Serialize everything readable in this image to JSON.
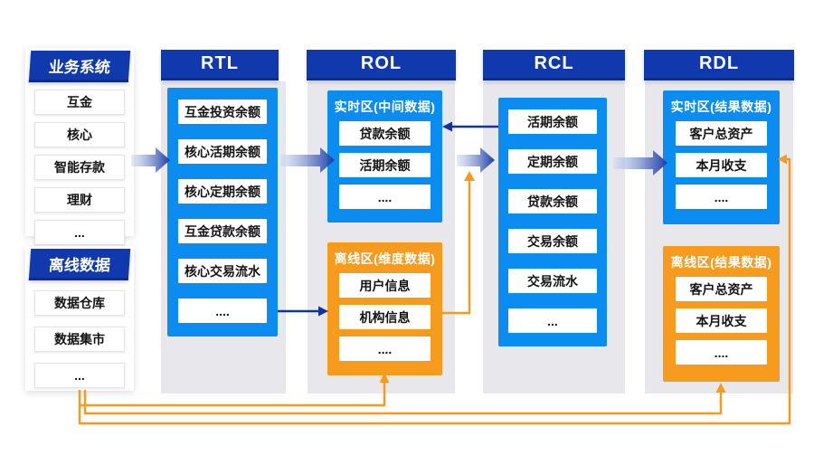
{
  "palette": {
    "header_blue": "#1139ae",
    "bright_blue": "#0a8cf0",
    "orange": "#f79b1e",
    "navy_arrow": "#15339e",
    "column_gray": "#e8e8ec"
  },
  "source_panels": {
    "business": {
      "title": "业务系统",
      "items": [
        "互金",
        "核心",
        "智能存款",
        "理财",
        "..."
      ]
    },
    "offline": {
      "title": "离线数据",
      "items": [
        "数据仓库",
        "数据集市",
        "..."
      ]
    }
  },
  "columns": {
    "rtl": {
      "title": "RTL",
      "main": {
        "items": [
          "互金投资余额",
          "核心活期余额",
          "核心定期余额",
          "互金贷款余额",
          "核心交易流水",
          "...."
        ]
      }
    },
    "rol": {
      "title": "ROL",
      "realtime": {
        "title": "实时区(中间数据)",
        "items": [
          "贷款余额",
          "活期余额",
          "...."
        ]
      },
      "offline": {
        "title": "离线区(维度数据)",
        "items": [
          "用户信息",
          "机构信息",
          "...."
        ]
      }
    },
    "rcl": {
      "title": "RCL",
      "main": {
        "items": [
          "活期余额",
          "定期余额",
          "贷款余额",
          "交易余额",
          "交易流水",
          "..."
        ]
      }
    },
    "rdl": {
      "title": "RDL",
      "realtime": {
        "title": "实时区(结果数据)",
        "items": [
          "客户总资产",
          "本月收支",
          "...."
        ]
      },
      "offline": {
        "title": "离线区(结果数据)",
        "items": [
          "客户总资产",
          "本月收支",
          "...."
        ]
      }
    }
  }
}
